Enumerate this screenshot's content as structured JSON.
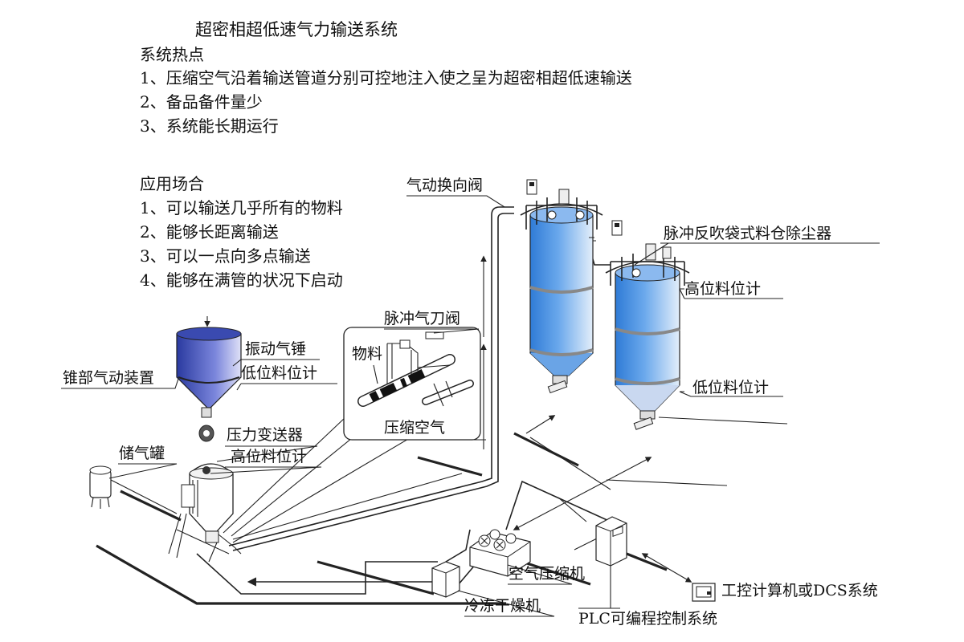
{
  "title": "超密相超低速气力输送系统",
  "features": {
    "heading": "系统热点",
    "items": [
      "1、压缩空气沿着输送管道分别可控地注入使之呈为超密相超低速输送",
      "2、备品备件量少",
      "3、系统能长期运行"
    ]
  },
  "applications": {
    "heading": "应用场合",
    "items": [
      "1、可以输送几乎所有的物料",
      "2、能够长距离输送",
      "3、可以一点向多点输送",
      "4、能够在满管的状况下启动"
    ]
  },
  "labels": {
    "reversing_valve": "气动换向阀",
    "dust_collector": "脉冲反吹袋式料仓除尘器",
    "high_level_silo": "高位料位计",
    "low_level_silo": "低位料位计",
    "pulse_knife_valve": "脉冲气刀阀",
    "material": "物料",
    "compressed_air": "压缩空气",
    "vibration_hammer": "振动气锤",
    "low_level_hopper": "低位料位计",
    "cone_device": "锥部气动装置",
    "pressure_transmitter": "压力变送器",
    "high_level_vessel": "高位料位计",
    "air_tank": "储气罐",
    "air_compressor": "空气压缩机",
    "dryer": "冷冻干燥机",
    "plc": "PLC可编程控制系统",
    "computer": "工控计算机或DCS系统"
  },
  "colors": {
    "silo_blue": "#4a90e0",
    "silo_light": "#cfe3f7",
    "hopper_dark": "#2d3fa8",
    "hopper_light": "#c9ccf2"
  }
}
